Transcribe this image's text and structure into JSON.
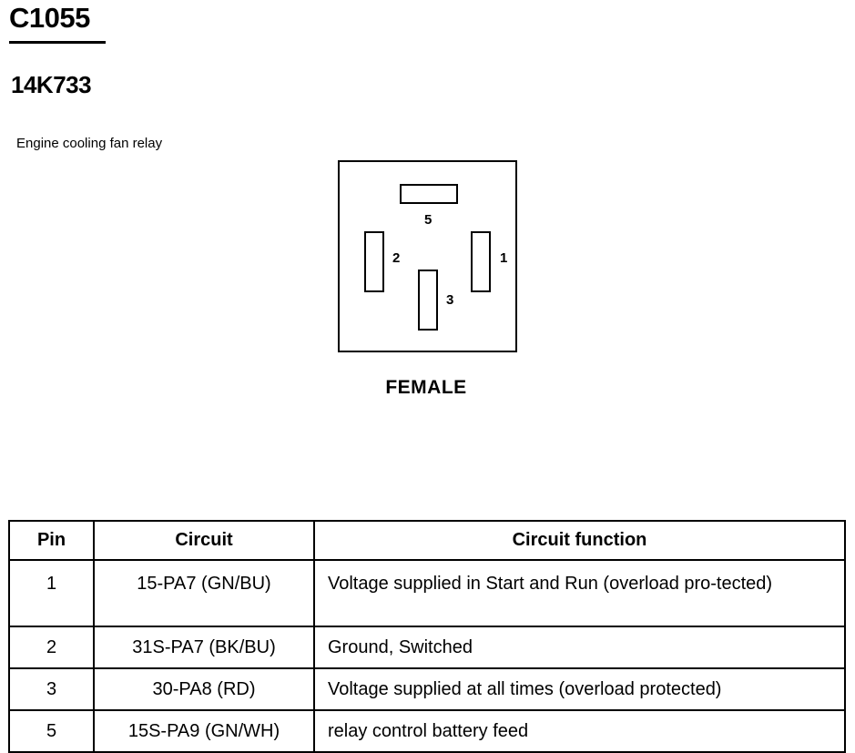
{
  "connector": {
    "id": "C1055",
    "part_number": "14K733",
    "description": "Engine cooling fan relay",
    "gender": "FEMALE",
    "pins": [
      {
        "number": "5",
        "orientation": "horizontal"
      },
      {
        "number": "2",
        "orientation": "vertical"
      },
      {
        "number": "1",
        "orientation": "vertical"
      },
      {
        "number": "3",
        "orientation": "vertical"
      }
    ]
  },
  "table": {
    "headers": [
      "Pin",
      "Circuit",
      "Circuit function"
    ],
    "rows": [
      {
        "pin": "1",
        "circuit": "15-PA7 (GN/BU)",
        "function": "Voltage supplied in Start and Run (overload pro-tected)"
      },
      {
        "pin": "2",
        "circuit": "31S-PA7 (BK/BU)",
        "function": "Ground, Switched"
      },
      {
        "pin": "3",
        "circuit": "30-PA8 (RD)",
        "function": "Voltage supplied at all times (overload protected)"
      },
      {
        "pin": "5",
        "circuit": "15S-PA9 (GN/WH)",
        "function": "relay control battery feed"
      }
    ]
  }
}
